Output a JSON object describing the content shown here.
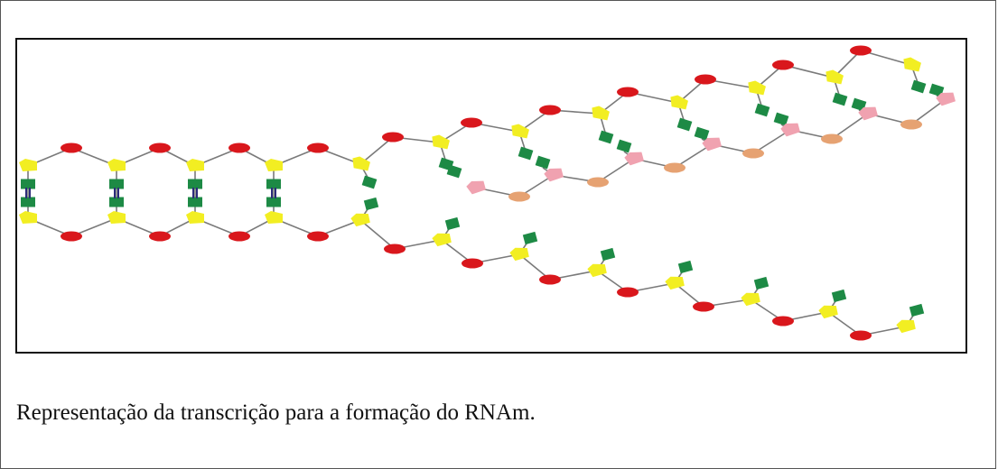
{
  "caption": "Representação da transcrição para a formação do RNAm.",
  "colors": {
    "phosphate": "#d9171c",
    "sugar_dna": "#f2ee22",
    "sugar_rna": "#f0a2b0",
    "phosphate_rna": "#e6a272",
    "base": "#1d8a45",
    "backbone": "#7a7a7a",
    "hbond": "#2c2c7a"
  },
  "icons": [
    "phosphate-ellipse",
    "sugar-pentagon",
    "base-square",
    "hydrogen-bond-lines"
  ]
}
